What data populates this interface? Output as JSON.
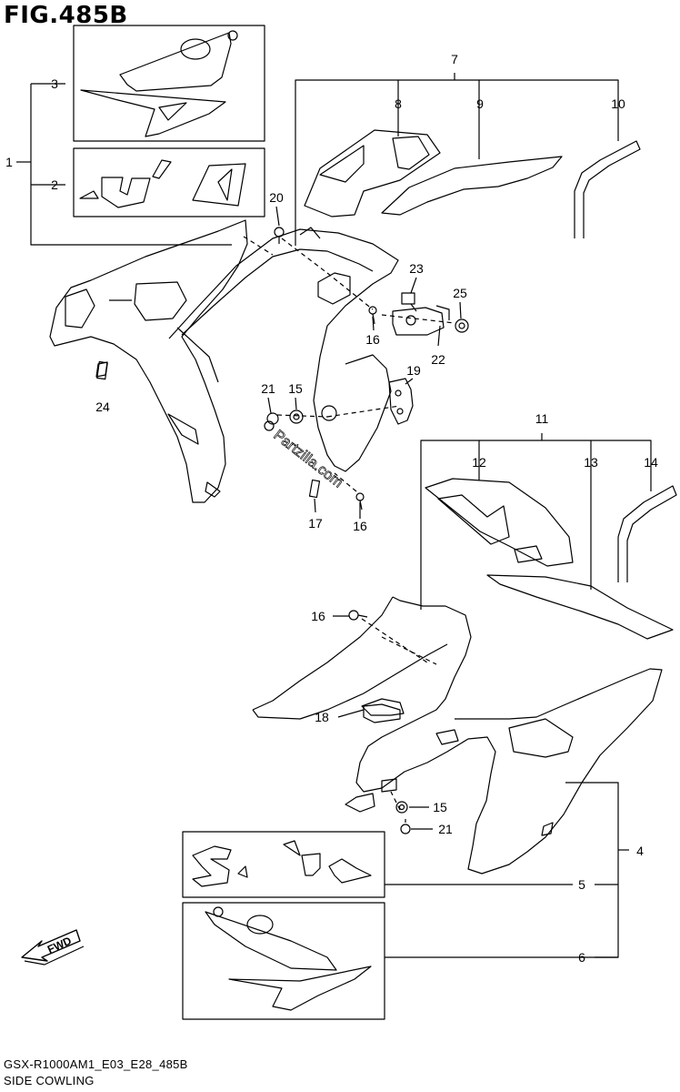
{
  "figure": {
    "title": "FIG.485B",
    "code": "GSX-R1000AM1_E03_E28_485B",
    "caption": "SIDE COWLING",
    "watermark": "Partzilla.com",
    "direction_badge": "FWD"
  },
  "callouts": [
    "1",
    "2",
    "3",
    "4",
    "5",
    "6",
    "7",
    "8",
    "9",
    "10",
    "11",
    "12",
    "13",
    "14",
    "15",
    "16",
    "17",
    "18",
    "19",
    "20",
    "21",
    "22",
    "23",
    "24",
    "25"
  ],
  "icons": {
    "fwd": "fwd-arrow-icon"
  }
}
